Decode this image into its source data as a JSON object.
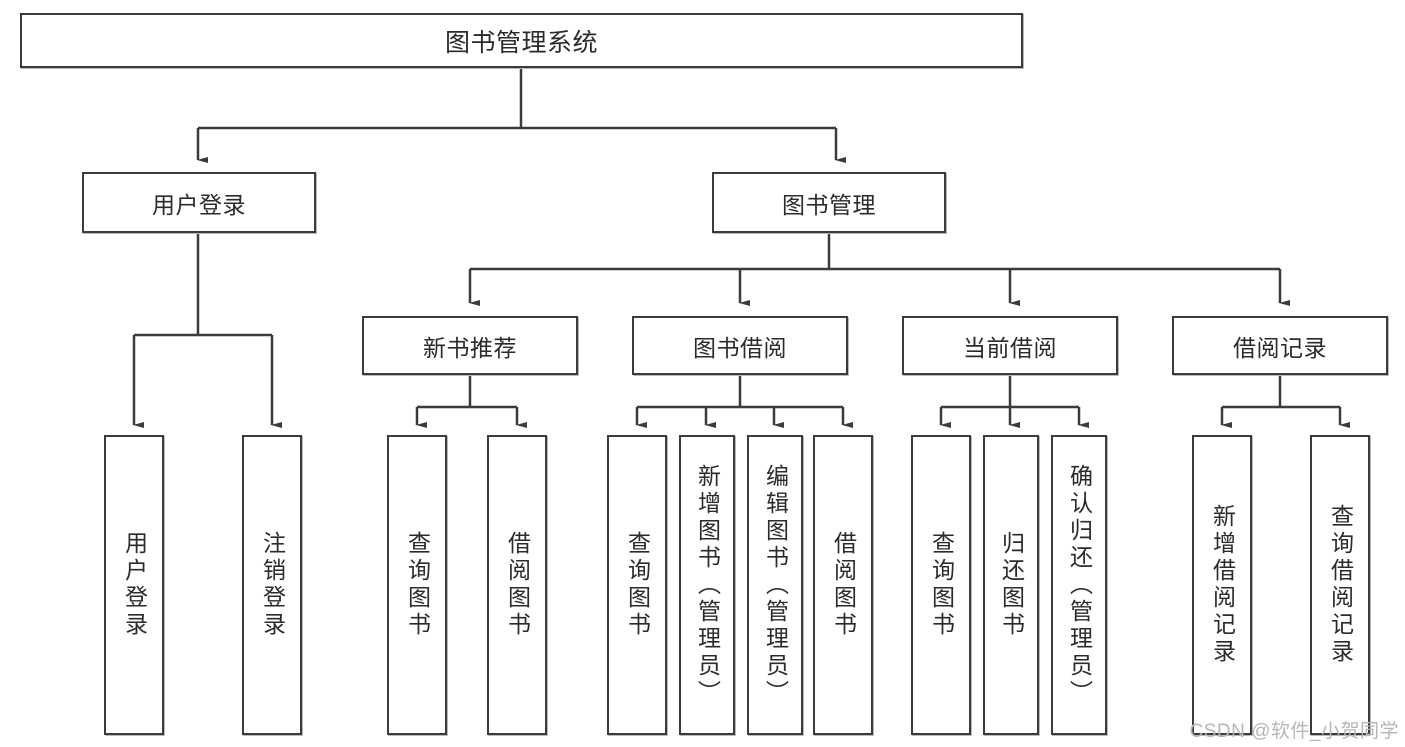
{
  "diagram": {
    "type": "tree-hierarchy",
    "title": "图书管理系统",
    "watermark": "CSDN @软件_小贺同学",
    "colors": {
      "box_border": "#3b3b3b",
      "box_fill": "#ffffff",
      "connector": "#3b3b3b",
      "text": "#2b2b2b",
      "watermark": "#b6b6b6",
      "background": "#ffffff"
    },
    "root": {
      "label": "图书管理系统"
    },
    "level2": [
      {
        "label": "用户登录"
      },
      {
        "label": "图书管理"
      }
    ],
    "level3": [
      {
        "label": "新书推荐"
      },
      {
        "label": "图书借阅"
      },
      {
        "label": "当前借阅"
      },
      {
        "label": "借阅记录"
      }
    ],
    "leaves": {
      "user_login": [
        {
          "label": "用户登录"
        },
        {
          "label": "注销登录"
        }
      ],
      "new_book": [
        {
          "label": "查询图书"
        },
        {
          "label": "借阅图书"
        }
      ],
      "book_borrow": [
        {
          "label": "查询图书"
        },
        {
          "label": "新增图书（管理员）"
        },
        {
          "label": "编辑图书（管理员）"
        },
        {
          "label": "借阅图书"
        }
      ],
      "current_borrow": [
        {
          "label": "查询图书"
        },
        {
          "label": "归还图书"
        },
        {
          "label": "确认归还（管理员）"
        }
      ],
      "borrow_record": [
        {
          "label": "新增借阅记录"
        },
        {
          "label": "查询借阅记录"
        }
      ]
    }
  }
}
